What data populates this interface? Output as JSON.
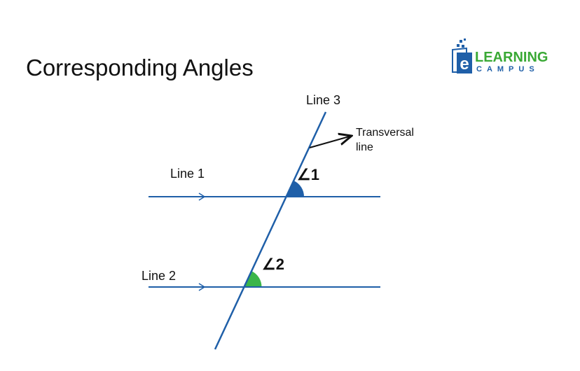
{
  "title": "Corresponding Angles",
  "labels": {
    "line1": "Line 1",
    "line2": "Line 2",
    "line3": "Line 3",
    "transversal": [
      "Transversal",
      "line"
    ],
    "angle1": "∠1",
    "angle2": "∠2"
  },
  "logo": {
    "top": "LEARNING",
    "bottom": "CAMPUS",
    "letter": "e"
  },
  "colors": {
    "line": "#1f5fa8",
    "angle1": "#1f5fa8",
    "angle2": "#3bb54a",
    "logo_green": "#3aa935",
    "logo_blue": "#1f5fa8"
  }
}
